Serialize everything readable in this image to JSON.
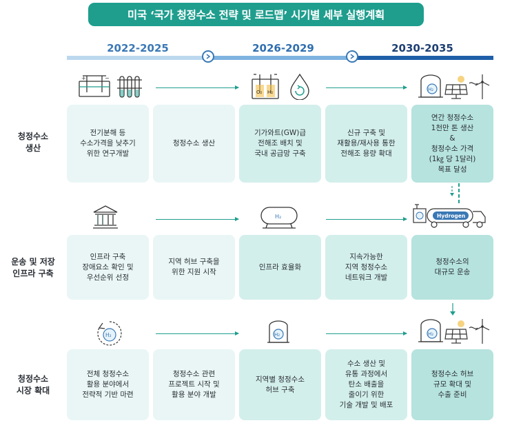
{
  "title": "미국 ‘국가 청정수소 전략 및 로드맵’ 시기별 세부 실행계획",
  "periods": [
    "2022-2025",
    "2026-2029",
    "2030-2035"
  ],
  "colors": {
    "title_bg": "#1f9e8e",
    "bar_light": "#bcd8ef",
    "bar_mid": "#7fb3e0",
    "bar_dark": "#1f5fa8",
    "accent": "#1f9e8e"
  },
  "rows": [
    {
      "label": "청정수소\n생산",
      "cells": [
        "전기분해 등\n수소가격을 낮추기\n위한 연구개발",
        "청정수소 생산",
        "기가와트(GW)급\n전해조 배치 및\n국내 공급망 구축",
        "신규 구축 및\n재활용/재사용 통한\n전해조 용량 확대",
        "연간 청정수소\n1천만 톤 생산\n&\n청정수소 가격\n(1㎏ 당 1달러)\n목표 달성"
      ]
    },
    {
      "label": "운송 및 저장\n인프라 구축",
      "cells": [
        "인프라 구축\n장애요소 확인 및\n우선순위 선정",
        "지역 허브 구축을\n위한 지원 시작",
        "인프라 효율화",
        "지속가능한\n지역 청정수소\n네트워크 개발",
        "청정수소의\n대규모 운송"
      ]
    },
    {
      "label": "청정수소\n시장 확대",
      "cells": [
        "전체 청정수소\n활용 분야에서\n전략적 기반 마련",
        "청정수소 관련\n프로젝트 시작 및\n활용 분야 개발",
        "지역별 청정수소\n허브 구축",
        "수소 생산 및\n유통 과정에서\n탄소 배출을\n줄이기 위한\n기술 개발 및 배포",
        "청정수소 허브\n규모 확대 및\n수출 준비"
      ]
    }
  ],
  "icon_labels": {
    "h2": "H₂",
    "o2": "O₂",
    "hydrogen": "Hydrogen"
  },
  "icons": [
    "electrolysis-icon",
    "test-tubes-icon",
    "electrolyzer-icon",
    "recycle-drop-icon",
    "h2-tank-icon",
    "solar-panel-icon",
    "wind-turbine-icon",
    "government-building-icon",
    "h2-storage-tank-icon",
    "hydrogen-truck-icon",
    "h2-cycle-icon",
    "h2-station-icon"
  ]
}
